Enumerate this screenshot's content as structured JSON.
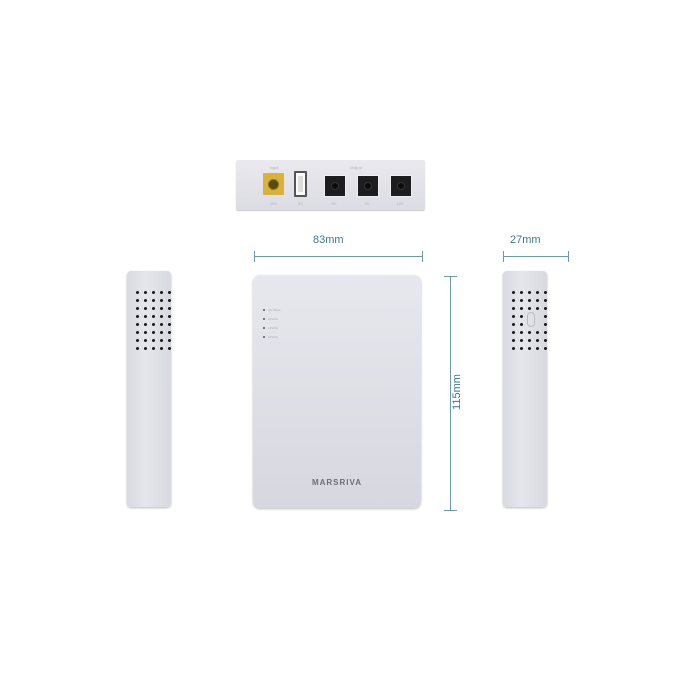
{
  "product": {
    "brand": "MARSRIVA",
    "top_view": {
      "input_label": "Input",
      "output_label": "Output",
      "ports": [
        {
          "type": "dc-input",
          "voltage": "12V",
          "color": "#d8b23a"
        },
        {
          "type": "usb",
          "voltage": "5V"
        },
        {
          "type": "dc-output",
          "voltage": "5V"
        },
        {
          "type": "dc-output",
          "voltage": "9V"
        },
        {
          "type": "dc-output",
          "voltage": "12V"
        }
      ]
    },
    "front_view": {
      "leds": [
        {
          "label": "AC Mode"
        },
        {
          "label": "12V/2A"
        },
        {
          "label": "12V/2A"
        },
        {
          "label": "12V/2A"
        }
      ]
    },
    "dimensions": {
      "width": "83mm",
      "height": "115mm",
      "depth": "27mm"
    },
    "colors": {
      "dimension_line": "#6b9aa8",
      "dimension_text": "#3e7a90",
      "body": "#e0e0e7"
    }
  }
}
